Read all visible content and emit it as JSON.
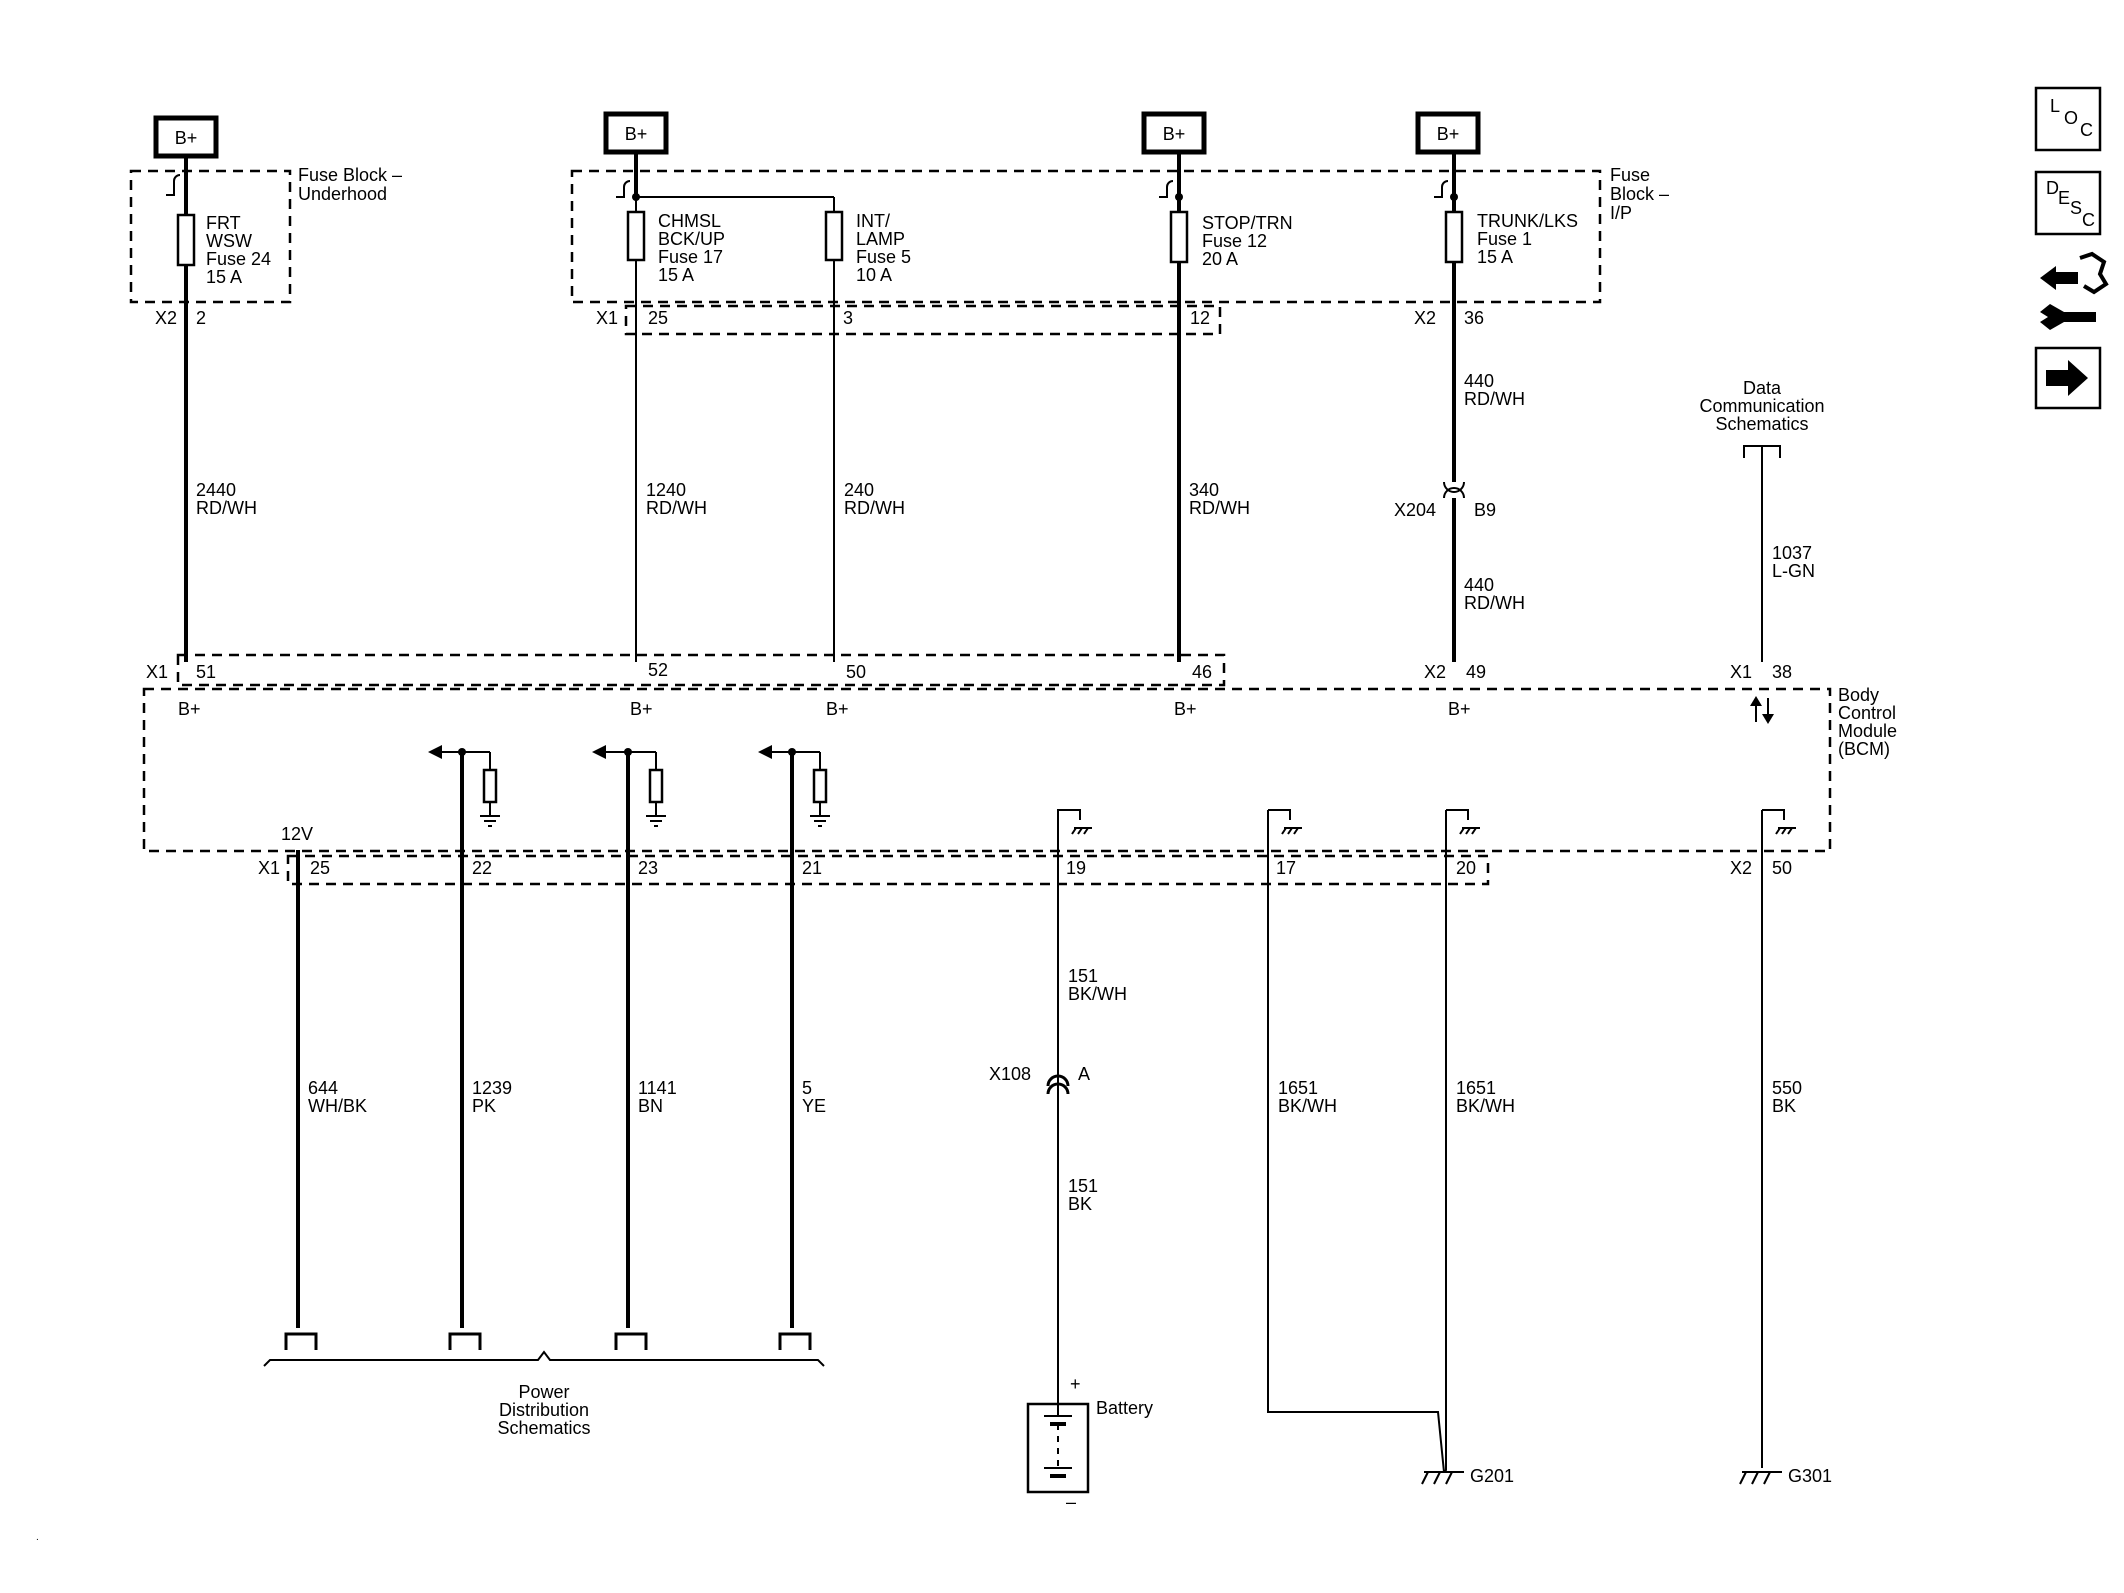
{
  "power_sources": [
    "B+",
    "B+",
    "B+",
    "B+"
  ],
  "fuse_blocks": {
    "underhood": {
      "line1": "Fuse Block –",
      "line2": "Underhood"
    },
    "ip": {
      "line1": "Fuse",
      "line2": "Block –",
      "line3": "I/P"
    }
  },
  "fuses": [
    {
      "lines": [
        "FRT",
        "WSW",
        "Fuse 24",
        "15 A"
      ]
    },
    {
      "lines": [
        "CHMSL",
        "BCK/UP",
        "Fuse 17",
        "15 A"
      ]
    },
    {
      "lines": [
        "INT/",
        "LAMP",
        "Fuse 5",
        "10 A"
      ]
    },
    {
      "lines": [
        "STOP/TRN",
        "Fuse 12",
        "20 A"
      ]
    },
    {
      "lines": [
        "TRUNK/LKS",
        "Fuse 1",
        "15 A"
      ]
    }
  ],
  "fuse_block_pins": {
    "x2_label": "X2",
    "p2": "2",
    "x1_label": "X1",
    "p25": "25",
    "p3": "3",
    "p12": "12",
    "x2b_label": "X2",
    "p36": "36"
  },
  "wires_upper": [
    {
      "circuit": "2440",
      "color": "RD/WH"
    },
    {
      "circuit": "1240",
      "color": "RD/WH"
    },
    {
      "circuit": "240",
      "color": "RD/WH"
    },
    {
      "circuit": "340",
      "color": "RD/WH"
    },
    {
      "circuit": "440",
      "color": "RD/WH"
    },
    {
      "circuit": "440",
      "color": "RD/WH"
    },
    {
      "circuit": "1037",
      "color": "L-GN"
    }
  ],
  "x204": {
    "label": "X204",
    "pin": "B9"
  },
  "data_comm": {
    "line1": "Data",
    "line2": "Communication",
    "line3": "Schematics"
  },
  "bcm": {
    "line1": "Body",
    "line2": "Control",
    "line3": "Module",
    "line4": "(BCM)"
  },
  "bcm_top_pins": {
    "x1_label": "X1",
    "p51": "51",
    "p52": "52",
    "p50": "50",
    "p46": "46",
    "x2_label": "X2",
    "p49": "49",
    "x1b_label": "X1",
    "p38": "38"
  },
  "bplus_labels": [
    "B+",
    "B+",
    "B+",
    "B+",
    "B+"
  ],
  "bcm_12v": "12V",
  "bcm_bottom_pins": {
    "x1_label": "X1",
    "p25": "25",
    "p22": "22",
    "p23": "23",
    "p21": "21",
    "p19": "19",
    "p17": "17",
    "p20": "20",
    "x2_label": "X2",
    "p50": "50"
  },
  "wires_lower": [
    {
      "circuit": "644",
      "color": "WH/BK"
    },
    {
      "circuit": "1239",
      "color": "PK"
    },
    {
      "circuit": "1141",
      "color": "BN"
    },
    {
      "circuit": "5",
      "color": "YE"
    },
    {
      "circuit": "151",
      "color": "BK/WH"
    },
    {
      "circuit": "151",
      "color": "BK"
    },
    {
      "circuit": "1651",
      "color": "BK/WH"
    },
    {
      "circuit": "1651",
      "color": "BK/WH"
    },
    {
      "circuit": "550",
      "color": "BK"
    }
  ],
  "x108": {
    "label": "X108",
    "pin": "A"
  },
  "power_dist": {
    "line1": "Power",
    "line2": "Distribution",
    "line3": "Schematics"
  },
  "battery": {
    "label": "Battery",
    "plus": "+",
    "minus": "–"
  },
  "grounds": {
    "g201": "G201",
    "g301": "G301"
  },
  "side_buttons": [
    {
      "name": "loc-button",
      "letters": [
        "L",
        "O",
        "C"
      ]
    },
    {
      "name": "desc-button",
      "letters": [
        "D",
        "E",
        "S",
        "C"
      ]
    },
    {
      "name": "connector-info-button",
      "icon": "connector-wrench-icon"
    },
    {
      "name": "next-button",
      "icon": "arrow-right-icon"
    }
  ]
}
